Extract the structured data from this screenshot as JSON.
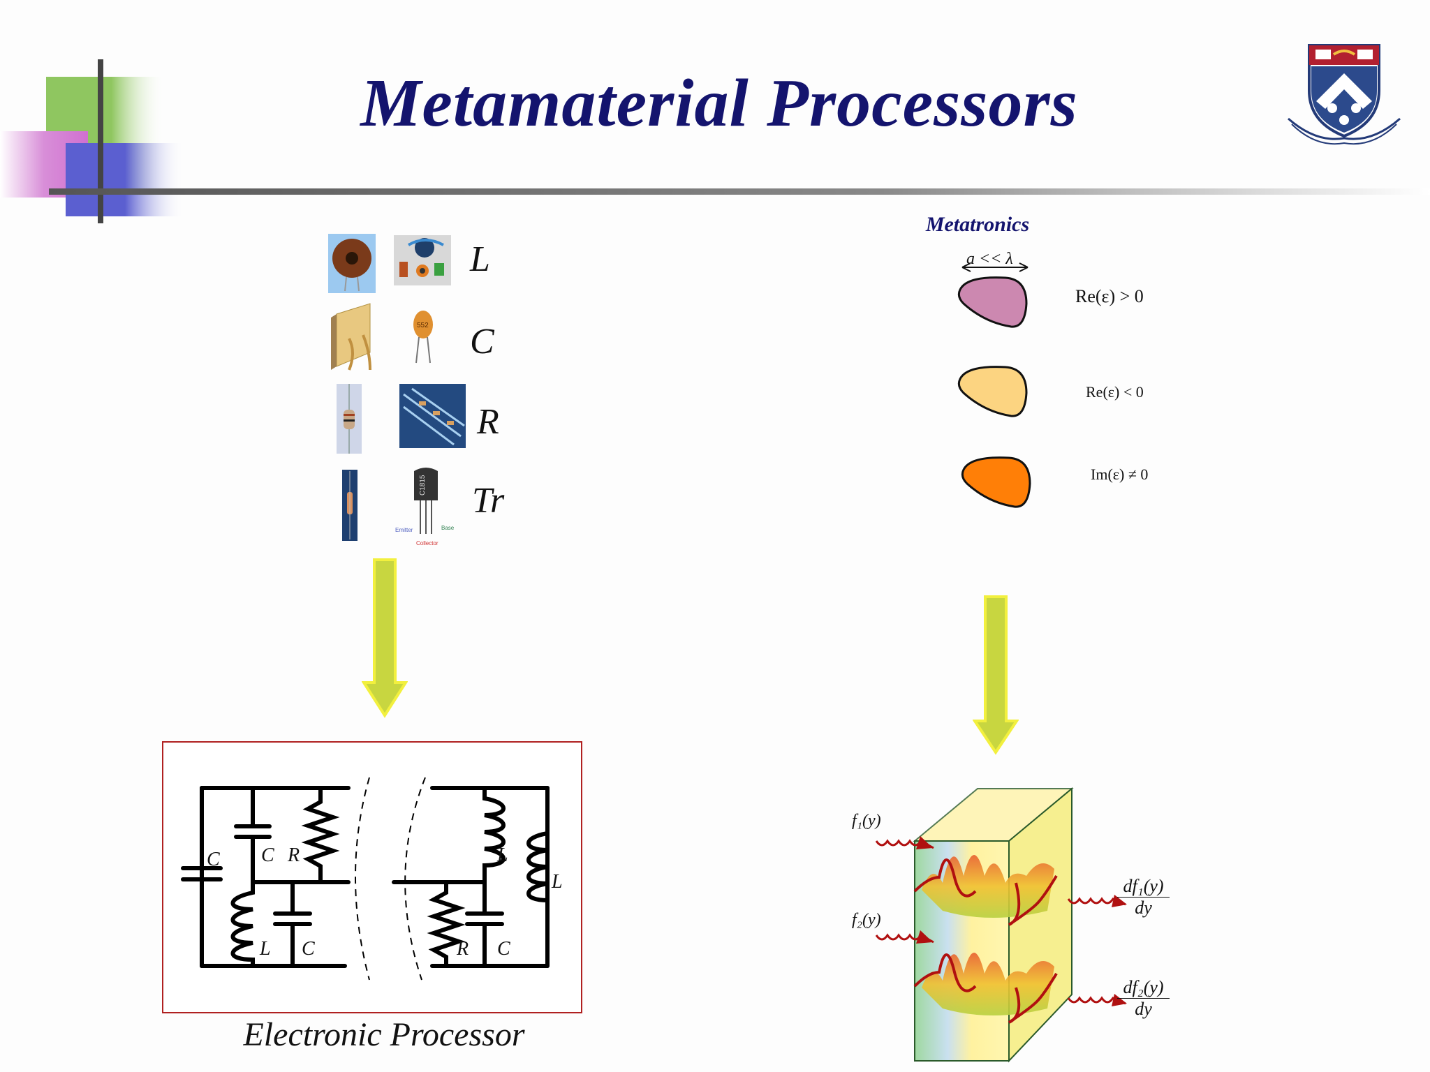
{
  "slide": {
    "title": "Metamaterial Processors"
  },
  "components": [
    {
      "label": "L"
    },
    {
      "label": "C"
    },
    {
      "label": "R"
    },
    {
      "label": "Tr"
    }
  ],
  "transistor": {
    "part_number": "C1815",
    "pins": {
      "emitter": "Emitter",
      "base": "Base",
      "collector": "Collector"
    }
  },
  "metatronics": {
    "title": "Metatronics",
    "size_condition": "a << λ",
    "items": [
      {
        "condition": "Re(ε) > 0",
        "color": "#cc88b0"
      },
      {
        "condition": "Re(ε) < 0",
        "color": "#fcd481"
      },
      {
        "condition": "Im(ε) ≠ 0",
        "color": "#ff7f07"
      }
    ]
  },
  "circuit": {
    "labels": {
      "c_left": "C",
      "c_top": "C",
      "r_top": "R",
      "l_bottom": "L",
      "c_bottom": "C",
      "l_right_top": "L",
      "l_right": "L",
      "r_right": "R",
      "c_right": "C"
    },
    "caption": "Electronic Processor"
  },
  "metaprocessor": {
    "inputs": [
      "f₁(y)",
      "f₂(y)"
    ],
    "outputs": [
      {
        "num": "df₁(y)",
        "den": "dy"
      },
      {
        "num": "df₂(y)",
        "den": "dy"
      }
    ]
  },
  "colors": {
    "title": "#14146e",
    "arrow_fill": "#c8d640",
    "arrow_stroke": "#f2f03e",
    "circuit_border": "#b02020"
  }
}
